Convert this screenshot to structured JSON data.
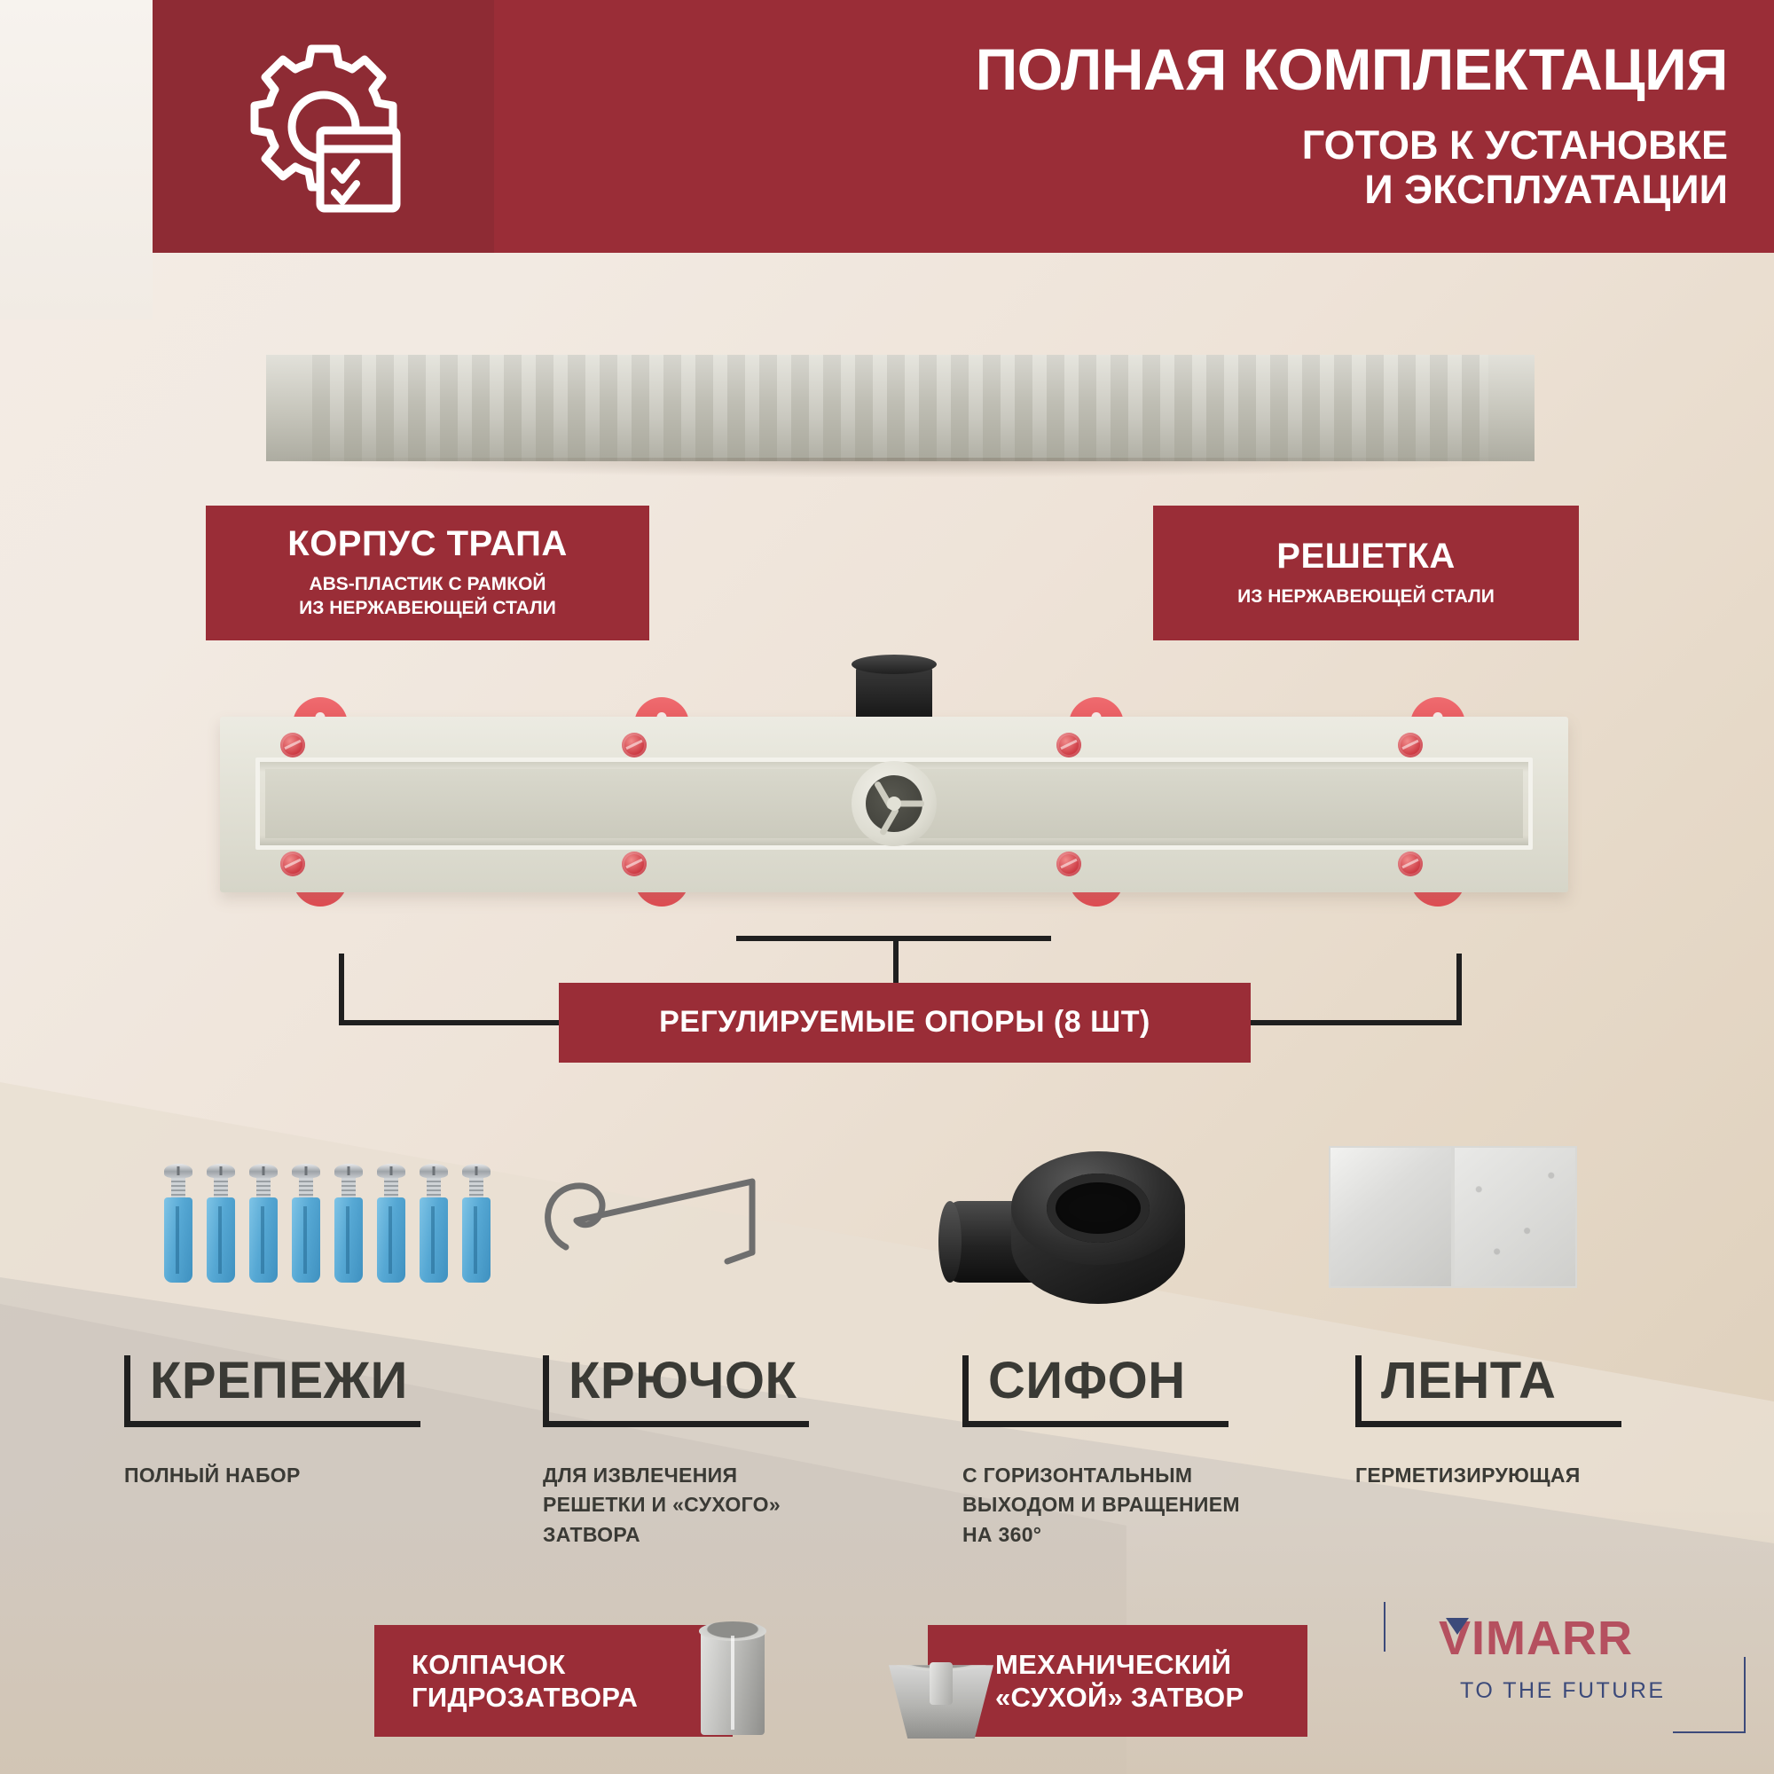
{
  "header": {
    "icon": "gear-checklist-icon",
    "title": "ПОЛНАЯ КОМПЛЕКТАЦИЯ",
    "subtitle_line1": "ГОТОВ К УСТАНОВКЕ",
    "subtitle_line2": "И ЭКСПЛУАТАЦИИ",
    "bg_color": "#9a2d37",
    "text_color": "#ffffff"
  },
  "callouts": {
    "body": {
      "title": "КОРПУС ТРАПА",
      "sub_line1": "ABS-ПЛАСТИК С РАМКОЙ",
      "sub_line2": "ИЗ НЕРЖАВЕЮЩЕЙ СТАЛИ"
    },
    "grate": {
      "title": "РЕШЕТКА",
      "sub_line1": "ИЗ НЕРЖАВЕЮЩЕЙ СТАЛИ"
    },
    "feet": {
      "title": "РЕГУЛИРУЕМЫЕ ОПОРЫ (8 ШТ)"
    }
  },
  "features": [
    {
      "id": "fasteners",
      "title": "КРЕПЕЖИ",
      "desc_lines": [
        "ПОЛНЫЙ НАБОР"
      ],
      "image": "dowels-and-screws"
    },
    {
      "id": "hook",
      "title": "КРЮЧОК",
      "desc_lines": [
        "ДЛЯ ИЗВЛЕЧЕНИЯ",
        "РЕШЕТКИ И «СУХОГО»",
        "ЗАТВОРА"
      ],
      "image": "wire-hook"
    },
    {
      "id": "siphon",
      "title": "СИФОН",
      "desc_lines": [
        "С ГОРИЗОНТАЛЬНЫМ",
        "ВЫХОДОМ И ВРАЩЕНИЕМ",
        "НА 360°"
      ],
      "image": "black-siphon"
    },
    {
      "id": "tape",
      "title": "ЛЕНТА",
      "desc_lines": [
        "ГЕРМЕТИЗИРУЮЩАЯ"
      ],
      "image": "sealing-tape"
    }
  ],
  "bottom_callouts": [
    {
      "id": "water-seal-cap",
      "line1": "КОЛПАЧОК",
      "line2": "ГИДРОЗАТВОРА",
      "image": "cylindrical-cap"
    },
    {
      "id": "dry-seal",
      "line1": "МЕХАНИЧЕСКИЙ",
      "line2": "«СУХОЙ» ЗАТВОР",
      "image": "dry-seal-cup"
    }
  ],
  "logo": {
    "name": "VIMARR",
    "tagline": "TO THE FUTURE",
    "name_color": "#b5505f",
    "tagline_color": "#3c4a7a"
  },
  "palette": {
    "brand_red": "#9a2d37",
    "dark_text": "#3a3a35",
    "bg_light": "#f4ece5",
    "bg_warm": "#dccdb8",
    "foot_red": "#e04b52",
    "dowel_blue": "#56a8d4"
  }
}
